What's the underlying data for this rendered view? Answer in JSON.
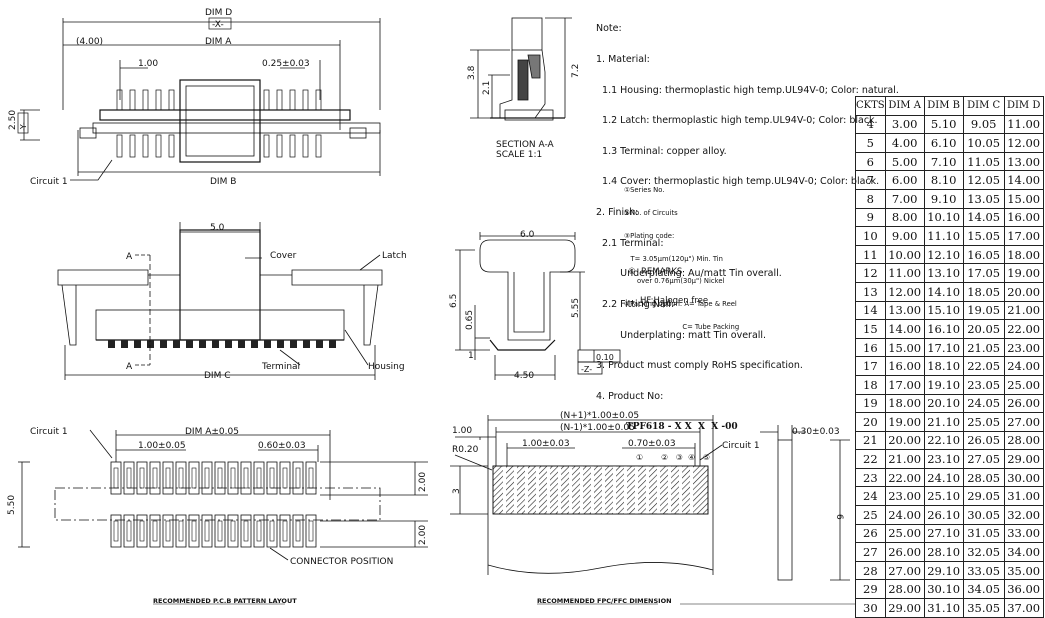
{
  "notes": {
    "lines": [
      "Note:",
      "1. Material:",
      "  1.1 Housing: thermoplastic high temp.UL94V-0; Color: natural.",
      "  1.2 Latch: thermoplastic high temp.UL94V-0; Color: black.",
      "  1.3 Terminal: copper alloy.",
      "  1.4 Cover: thermoplastic high temp.UL94V-0; Color: black.",
      "2. Finish:",
      "  2.1 Terminal:",
      "        Underplating: Au/matt Tin overall.",
      "  2.2 Fitting Nail:",
      "        Underplating: matt Tin overall.",
      "3. Product must comply RoHS specification.",
      "4. Product No:"
    ],
    "product_no": "TPF618 - X X  X  X -00",
    "product_no_marks": "①       ②   ③  ④   ⑤"
  },
  "legend": {
    "lines": [
      "①Series No.",
      "②No. of Circuits",
      "③Plating code:",
      "   T= 3.05μm(120μ\") Min. Tin",
      "      over 0.76μm(30μ\") Nickel",
      "④Packing option: A= Tape & Reel",
      "                           C= Tube Packing"
    ],
    "remarks_title": "⑤  REMARKS",
    "remarks_text": "HF:Halogen free"
  },
  "table": {
    "headers": [
      "CKTS",
      "DIM A",
      "DIM B",
      "DIM C",
      "DIM D"
    ],
    "rows": [
      [
        "4",
        "3.00",
        "5.10",
        "9.05",
        "11.00"
      ],
      [
        "5",
        "4.00",
        "6.10",
        "10.05",
        "12.00"
      ],
      [
        "6",
        "5.00",
        "7.10",
        "11.05",
        "13.00"
      ],
      [
        "7",
        "6.00",
        "8.10",
        "12.05",
        "14.00"
      ],
      [
        "8",
        "7.00",
        "9.10",
        "13.05",
        "15.00"
      ],
      [
        "9",
        "8.00",
        "10.10",
        "14.05",
        "16.00"
      ],
      [
        "10",
        "9.00",
        "11.10",
        "15.05",
        "17.00"
      ],
      [
        "11",
        "10.00",
        "12.10",
        "16.05",
        "18.00"
      ],
      [
        "12",
        "11.00",
        "13.10",
        "17.05",
        "19.00"
      ],
      [
        "13",
        "12.00",
        "14.10",
        "18.05",
        "20.00"
      ],
      [
        "14",
        "13.00",
        "15.10",
        "19.05",
        "21.00"
      ],
      [
        "15",
        "14.00",
        "16.10",
        "20.05",
        "22.00"
      ],
      [
        "16",
        "15.00",
        "17.10",
        "21.05",
        "23.00"
      ],
      [
        "17",
        "16.00",
        "18.10",
        "22.05",
        "24.00"
      ],
      [
        "18",
        "17.00",
        "19.10",
        "23.05",
        "25.00"
      ],
      [
        "19",
        "18.00",
        "20.10",
        "24.05",
        "26.00"
      ],
      [
        "20",
        "19.00",
        "21.10",
        "25.05",
        "27.00"
      ],
      [
        "21",
        "20.00",
        "22.10",
        "26.05",
        "28.00"
      ],
      [
        "22",
        "21.00",
        "23.10",
        "27.05",
        "29.00"
      ],
      [
        "23",
        "22.00",
        "24.10",
        "28.05",
        "30.00"
      ],
      [
        "24",
        "23.00",
        "25.10",
        "29.05",
        "31.00"
      ],
      [
        "25",
        "24.00",
        "26.10",
        "30.05",
        "32.00"
      ],
      [
        "26",
        "25.00",
        "27.10",
        "31.05",
        "33.00"
      ],
      [
        "27",
        "26.00",
        "28.10",
        "32.05",
        "34.00"
      ],
      [
        "28",
        "27.00",
        "29.10",
        "33.05",
        "35.00"
      ],
      [
        "29",
        "28.00",
        "30.10",
        "34.05",
        "36.00"
      ],
      [
        "30",
        "29.00",
        "31.10",
        "35.05",
        "37.00"
      ]
    ]
  },
  "labels": {
    "dim_d": "DIM D",
    "datum_x": "-X-",
    "four": "(4.00)",
    "dim_a": "DIM A",
    "one": "1.00",
    "pitch_025": "0.25±0.03",
    "two_fifty": "2.50",
    "datum_y": "-Y-",
    "circuit1": "Circuit 1",
    "dim_b": "DIM B",
    "h38": "3.8",
    "h21": "2.1",
    "h72": "7.2",
    "section": "SECTION A-A",
    "scale": "SCALE     1:1",
    "w50": "5.0",
    "cover": "Cover",
    "latch": "Latch",
    "a_top": "A",
    "a_bot": "A",
    "housing": "Housing",
    "terminal": "Terminal",
    "dim_c": "DIM C",
    "w60": "6.0",
    "h65": "6.5",
    "h065": "0.65",
    "h555": "5.55",
    "one_small": "1",
    "w450": "4.50",
    "flat": "0.10",
    "datum_z": "-Z-",
    "circuit1_b": "Circuit 1",
    "dim_a_tol": "DIM A±0.05",
    "p100_005": "1.00±0.05",
    "p060_003": "0.60±0.03",
    "h200a": "2.00",
    "h550": "5.50",
    "h200b": "2.00",
    "conn_pos": "CONNECTOR POSITION",
    "pcb_title": "RECOMMENDED P.C.B PATTERN LAYOUT",
    "n_plus": "(N+1)*1.00±0.05",
    "n_minus": "(N-1)*1.00±0.05",
    "one_b": "1.00",
    "r020": "R0.20",
    "p100_003": "1.00±0.03",
    "p070_003": "0.70±0.03",
    "circuit1_c": "Circuit 1",
    "three": "3",
    "t030": "0.30±0.03",
    "six": "6",
    "fpc_title": "RECOMMENDED FPC/FFC DIMENSION"
  }
}
